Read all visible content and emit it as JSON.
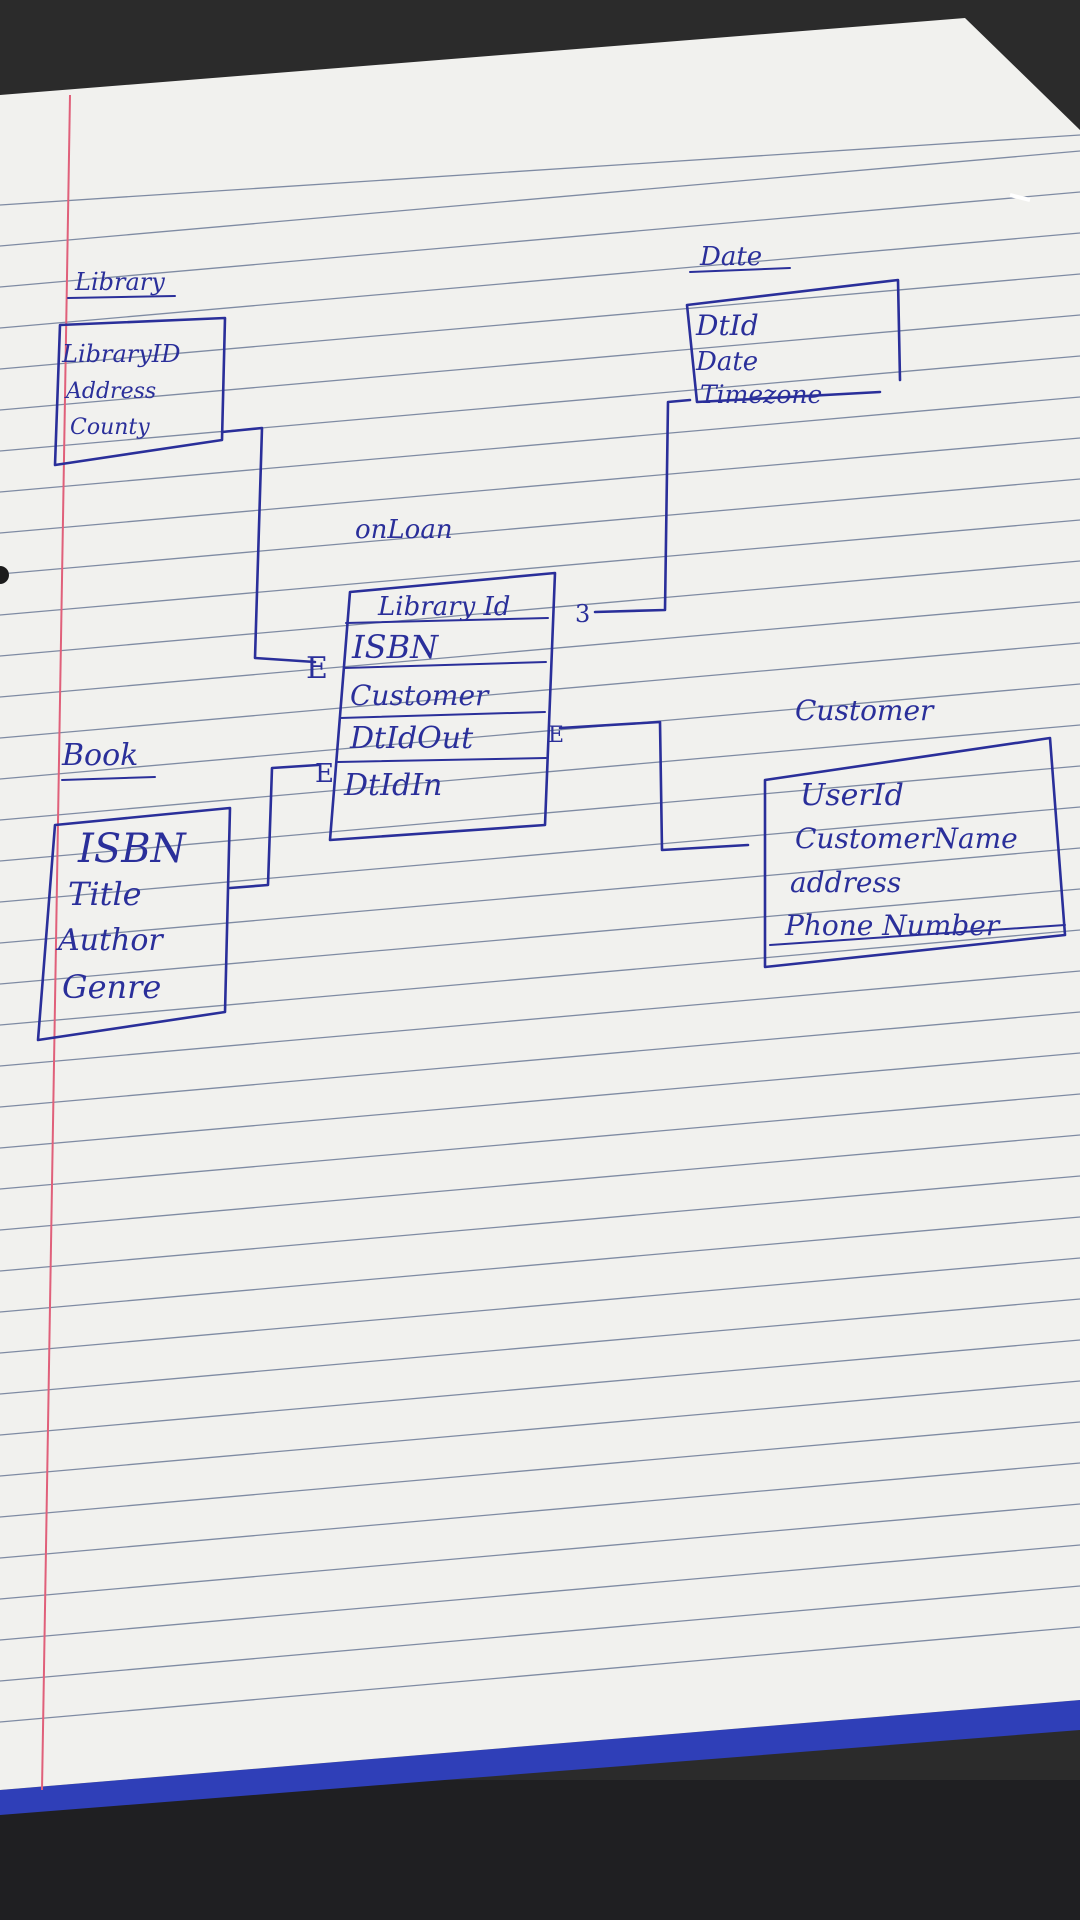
{
  "colors": {
    "ink": "#2a2f9a",
    "paper": "#f1f1ee",
    "rule_line": "#5a6a8a",
    "margin_line": "#e0607a",
    "desk": "#2b2b2b",
    "binder_edge": "#2f3fb8"
  },
  "entities": {
    "library": {
      "title": "Library",
      "fields": [
        "LibraryID",
        "Address",
        "County"
      ]
    },
    "date": {
      "title": "Date",
      "fields": [
        "DtId",
        "Date",
        "Timezone"
      ]
    },
    "onloan": {
      "title": "onLoan",
      "fields": [
        "Library Id",
        "ISBN",
        "Customer",
        "DtIdOut",
        "DtIdIn"
      ]
    },
    "book": {
      "title": "Book",
      "fields": [
        "ISBN",
        "Title",
        "Author",
        "Genre"
      ]
    },
    "customer": {
      "title": "Customer",
      "fields": [
        "UserId",
        "CustomerName",
        "address",
        "Phone Number"
      ]
    }
  },
  "relationship_marks": {
    "library_to_onloan": "E",
    "book_to_onloan": "E",
    "date_to_onloan": "3",
    "customer_to_onloan": "E"
  }
}
